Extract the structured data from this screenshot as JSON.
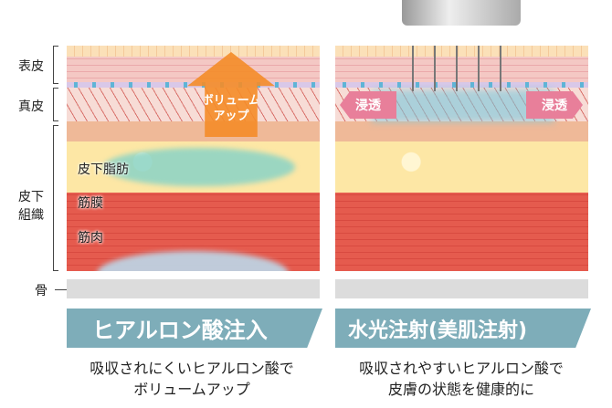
{
  "labels": {
    "epidermis": "表皮",
    "dermis": "真皮",
    "subcutaneous": "皮下組織",
    "bone": "骨"
  },
  "layers": {
    "fat": "皮下脂肪",
    "fascia": "筋膜",
    "muscle": "筋肉"
  },
  "left": {
    "arrow_line1": "ボリューム",
    "arrow_line2": "アップ",
    "title": "ヒアルロン酸注入",
    "desc_line1": "吸収されにくいヒアルロン酸で",
    "desc_line2": "ボリュームアップ"
  },
  "right": {
    "perm_left": "浸透",
    "perm_right": "浸透",
    "title": "水光注射(美肌注射)",
    "desc_line1": "吸収されやすいヒアルロン酸で",
    "desc_line2": "皮膚の状態を健康的に"
  },
  "colors": {
    "banner": "#7eadb9",
    "arrow": "#f48c28",
    "permeate": "#e87f9a"
  }
}
